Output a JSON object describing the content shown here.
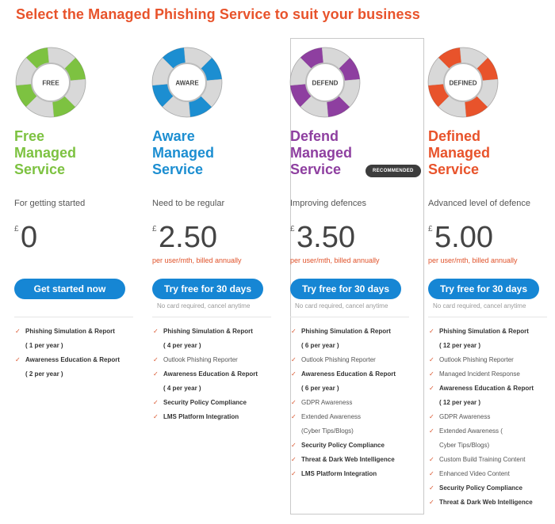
{
  "page": {
    "title": "Select the Managed Phishing Service to suit your  business"
  },
  "plans": [
    {
      "id": "free",
      "ring_label": "FREE",
      "name_lines": [
        "Free",
        "Managed",
        "Service"
      ],
      "color": "#7dc241",
      "tagline": "For getting started",
      "currency": "£",
      "price": "0",
      "per": "",
      "cta": "Get started now",
      "note": "",
      "features": [
        {
          "text": "Phishing Simulation & Report",
          "bold": true,
          "tick": true
        },
        {
          "text": "( 1 per year )",
          "bold": true,
          "tick": false
        },
        {
          "text": "Awareness Education & Report",
          "bold": true,
          "tick": true
        },
        {
          "text": "( 2 per year )",
          "bold": true,
          "tick": false
        }
      ]
    },
    {
      "id": "aware",
      "ring_label": "AWARE",
      "name_lines": [
        "Aware",
        "Managed",
        "Service"
      ],
      "color": "#1c8ed1",
      "tagline": "Need to be regular",
      "currency": "£",
      "price": "2.50",
      "per": "per user/mth, billed annually",
      "cta": "Try free for 30 days",
      "note": "No card required, cancel anytime",
      "features": [
        {
          "text": "Phishing Simulation & Report",
          "bold": true,
          "tick": true
        },
        {
          "text": "( 4 per year )",
          "bold": true,
          "tick": false
        },
        {
          "text": "Outlook Phishing Reporter",
          "bold": false,
          "tick": true
        },
        {
          "text": "Awareness Education & Report",
          "bold": true,
          "tick": true
        },
        {
          "text": "( 4 per year )",
          "bold": true,
          "tick": false
        },
        {
          "text": "Security Policy Compliance",
          "bold": true,
          "tick": true
        },
        {
          "text": "LMS Platform Integration",
          "bold": true,
          "tick": true
        }
      ]
    },
    {
      "id": "defend",
      "ring_label": "DEFEND",
      "name_lines": [
        "Defend",
        "Managed",
        "Service"
      ],
      "color": "#8e3fa0",
      "badge": "RECOMMENDED",
      "tagline": "Improving defences",
      "currency": "£",
      "price": "3.50",
      "per": "per user/mth, billed annually",
      "cta": "Try free for 30 days",
      "note": "No card required, cancel anytime",
      "features": [
        {
          "text": "Phishing Simulation & Report",
          "bold": true,
          "tick": true
        },
        {
          "text": "( 6 per year )",
          "bold": true,
          "tick": false
        },
        {
          "text": "Outlook Phishing Reporter",
          "bold": false,
          "tick": true
        },
        {
          "text": "Awareness Education & Report",
          "bold": true,
          "tick": true
        },
        {
          "text": "( 6 per year )",
          "bold": true,
          "tick": false
        },
        {
          "text": "GDPR Awareness",
          "bold": false,
          "tick": true
        },
        {
          "text": "Extended Awareness",
          "bold": false,
          "tick": true
        },
        {
          "text": "(Cyber Tips/Blogs)",
          "bold": false,
          "tick": false
        },
        {
          "text": "Security Policy Compliance",
          "bold": true,
          "tick": true
        },
        {
          "text": "Threat & Dark Web Intelligence",
          "bold": true,
          "tick": true
        },
        {
          "text": "LMS Platform Integration",
          "bold": true,
          "tick": true
        }
      ]
    },
    {
      "id": "defined",
      "ring_label": "DEFINED",
      "name_lines": [
        "Defined",
        "Managed",
        "Service"
      ],
      "color": "#e8532b",
      "tagline": "Advanced level of defence",
      "currency": "£",
      "price": "5.00",
      "per": "per user/mth, billed annually",
      "cta": "Try free for 30 days",
      "note": "No card required, cancel anytime",
      "features": [
        {
          "text": "Phishing Simulation & Report",
          "bold": true,
          "tick": true
        },
        {
          "text": "( 12 per year )",
          "bold": true,
          "tick": false
        },
        {
          "text": "Outlook Phishing Reporter",
          "bold": false,
          "tick": true
        },
        {
          "text": "Managed Incident Response",
          "bold": false,
          "tick": true
        },
        {
          "text": "Awareness Education & Report",
          "bold": true,
          "tick": true
        },
        {
          "text": "( 12 per year )",
          "bold": true,
          "tick": false
        },
        {
          "text": "GDPR Awareness",
          "bold": false,
          "tick": true
        },
        {
          "text": "Extended Awareness (",
          "bold": false,
          "tick": true
        },
        {
          "text": "Cyber Tips/Blogs)",
          "bold": false,
          "tick": false
        },
        {
          "text": "Custom Build Training Content",
          "bold": false,
          "tick": true
        },
        {
          "text": "Enhanced Video Content",
          "bold": false,
          "tick": true
        },
        {
          "text": "Security Policy Compliance",
          "bold": true,
          "tick": true
        },
        {
          "text": "Threat & Dark Web Intelligence",
          "bold": true,
          "tick": true
        }
      ]
    }
  ],
  "tick_glyph": "✓"
}
